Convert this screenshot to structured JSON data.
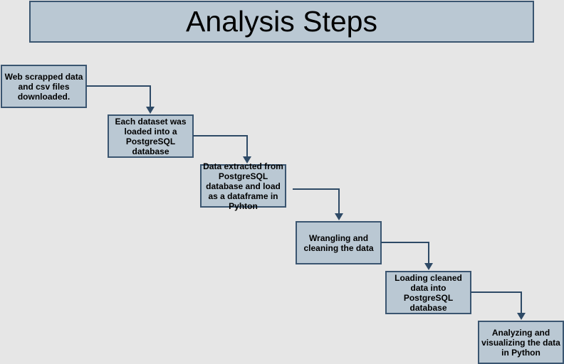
{
  "diagram": {
    "title": "Analysis Steps",
    "steps": [
      {
        "label": "Web scrapped data and csv files downloaded."
      },
      {
        "label": "Each dataset was loaded into a PostgreSQL database"
      },
      {
        "label": "Data extracted from PostgreSQL database and load as a dataframe in Pyhton"
      },
      {
        "label": "Wrangling and cleaning the data"
      },
      {
        "label": "Loading cleaned data into PostgreSQL database"
      },
      {
        "label": "Analyzing and visualizing the data in Python"
      }
    ],
    "colors": {
      "background": "#e6e6e6",
      "box_fill": "#bac8d3",
      "box_stroke": "#3a5570",
      "arrow": "#2e4a66"
    }
  }
}
